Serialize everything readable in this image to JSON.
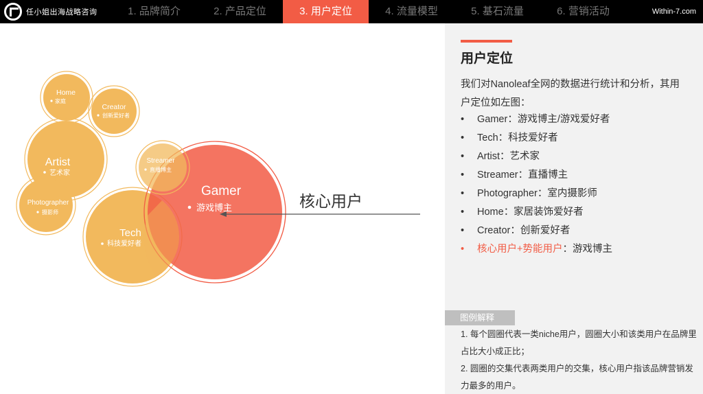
{
  "brand": {
    "name": "任小姐出海战略咨询",
    "site": "Within-7.com"
  },
  "tabs": [
    {
      "label": "1. 品牌简介",
      "active": false
    },
    {
      "label": "2. 产品定位",
      "active": false
    },
    {
      "label": "3. 用户定位",
      "active": true
    },
    {
      "label": "4. 流量模型",
      "active": false
    },
    {
      "label": "5. 基石流量",
      "active": false
    },
    {
      "label": "6. 营销活动",
      "active": false
    }
  ],
  "diagram": {
    "core_label": "核心用户",
    "bubbles": [
      {
        "name": "Home",
        "sub": "家庭"
      },
      {
        "name": "Creator",
        "sub": "创新爱好者"
      },
      {
        "name": "Artist",
        "sub": "艺术家"
      },
      {
        "name": "Streamer",
        "sub": "直播博主"
      },
      {
        "name": "Photographer",
        "sub": "摄影师"
      },
      {
        "name": "Tech",
        "sub": "科技爱好者"
      },
      {
        "name": "Gamer",
        "sub": "游戏博主"
      }
    ]
  },
  "panel": {
    "title": "用户定位",
    "intro": "我们对Nanoleaf全网的数据进行统计和分析，其用户定位如左图：",
    "bullets": [
      {
        "name": "Gamer",
        "desc": "：游戏博主/游戏爱好者"
      },
      {
        "name": "Tech",
        "desc": "：科技爱好者"
      },
      {
        "name": "Artist",
        "desc": "：艺术家"
      },
      {
        "name": "Streamer",
        "desc": "：直播博主"
      },
      {
        "name": "Photographer",
        "desc": "：室内摄影师"
      },
      {
        "name": "Home",
        "desc": "：家居装饰爱好者"
      },
      {
        "name": "Creator",
        "desc": "：创新爱好者"
      },
      {
        "name": "核心用户+势能用户",
        "desc": "：游戏博主",
        "highlight": true
      }
    ],
    "legend_tag": "图例解释",
    "legend_lines": [
      "1. 每个圆圈代表一类niche用户，圆圈大小和该类用户在品牌里占比大小成正比；",
      "2. 圆圈的交集代表两类用户的交集，核心用户指该品牌营销发力最多的用户。"
    ]
  },
  "colors": {
    "accent": "#f25c45",
    "bubble": "#f2b95d",
    "gamer": "#f25c45",
    "highlight": "#f25c45"
  }
}
